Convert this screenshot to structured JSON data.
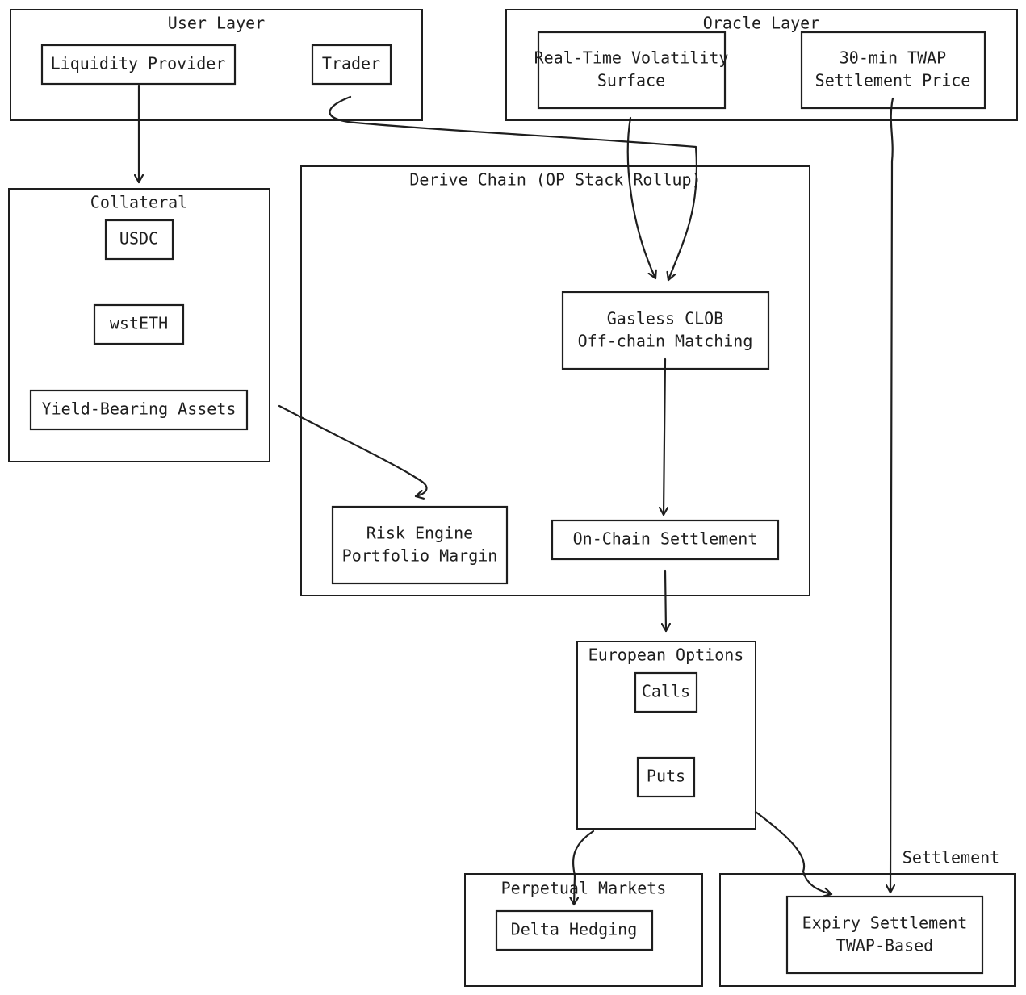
{
  "groups": {
    "user_layer": "User Layer",
    "oracle_layer": "Oracle Layer",
    "collateral": "Collateral",
    "derive_chain": "Derive Chain (OP Stack Rollup)",
    "european_options": "European Options",
    "perpetual_markets": "Perpetual Markets",
    "settlement": "Settlement"
  },
  "nodes": {
    "liquidity_provider": "Liquidity Provider",
    "trader": "Trader",
    "vol_surface_line1": "Real-Time Volatility",
    "vol_surface_line2": "Surface",
    "twap_line1": "30-min TWAP",
    "twap_line2": "Settlement Price",
    "usdc": "USDC",
    "wsteth": "wstETH",
    "yield_assets": "Yield-Bearing Assets",
    "clob_line1": "Gasless CLOB",
    "clob_line2": "Off-chain Matching",
    "risk_line1": "Risk Engine",
    "risk_line2": "Portfolio Margin",
    "onchain_settlement": "On-Chain Settlement",
    "calls": "Calls",
    "puts": "Puts",
    "delta_hedging": "Delta Hedging",
    "expiry_line1": "Expiry Settlement",
    "expiry_line2": "TWAP-Based"
  }
}
